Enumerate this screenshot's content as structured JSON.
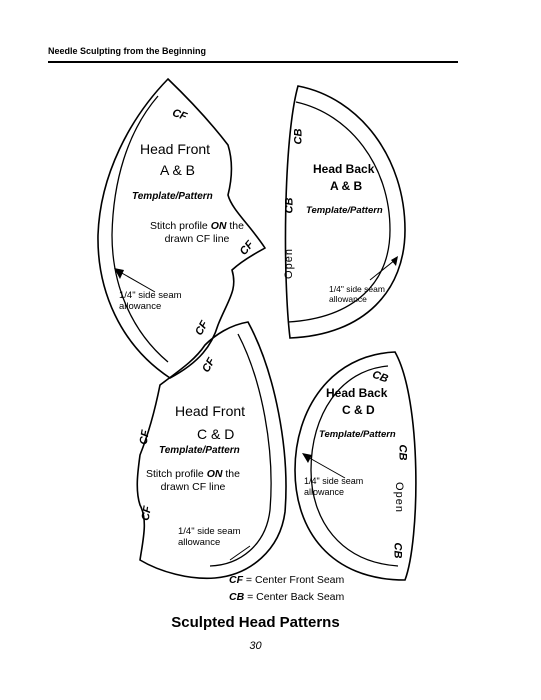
{
  "header": {
    "book_title": "Needle Sculpting from the Beginning"
  },
  "patterns": {
    "front_ab": {
      "title": "Head Front",
      "subtitle": "A & B",
      "template": "Template/Pattern",
      "stitch_prefix": "Stitch profile",
      "stitch_on": "ON",
      "stitch_suffix": "the",
      "stitch_line2": "drawn CF line",
      "cf_top": "CF",
      "cf_mid": "CF",
      "cf_bottom": "CF",
      "seam_line1": "1/4\" side seam",
      "seam_line2": "allowance"
    },
    "back_ab": {
      "title": "Head Back",
      "subtitle": "A & B",
      "template": "Template/Pattern",
      "cb_top": "CB",
      "cb_mid": "CB",
      "open": "Open",
      "seam_line1": "1/4\" side seam",
      "seam_line2": "allowance"
    },
    "front_cd": {
      "title": "Head Front",
      "subtitle": "C & D",
      "template": "Template/Pattern",
      "stitch_prefix": "Stitch profile",
      "stitch_on": "ON",
      "stitch_suffix": "the",
      "stitch_line2": "drawn CF line",
      "cf_top": "CF",
      "cf_left": "CF",
      "cf_bottom": "CF",
      "seam_line1": "1/4\" side seam",
      "seam_line2": "allowance"
    },
    "back_cd": {
      "title": "Head Back",
      "subtitle": "C & D",
      "template": "Template/Pattern",
      "cb_top": "CB",
      "cb_bottom": "CB",
      "open": "Open",
      "seam_line1": "1/4\" side seam",
      "seam_line2": "allowance"
    }
  },
  "legend": {
    "cf_abbr": "CF",
    "cf_text": "= Center Front Seam",
    "cb_abbr": "CB",
    "cb_text": "= Center Back Seam"
  },
  "caption": "Sculpted Head Patterns",
  "page_number": "30"
}
